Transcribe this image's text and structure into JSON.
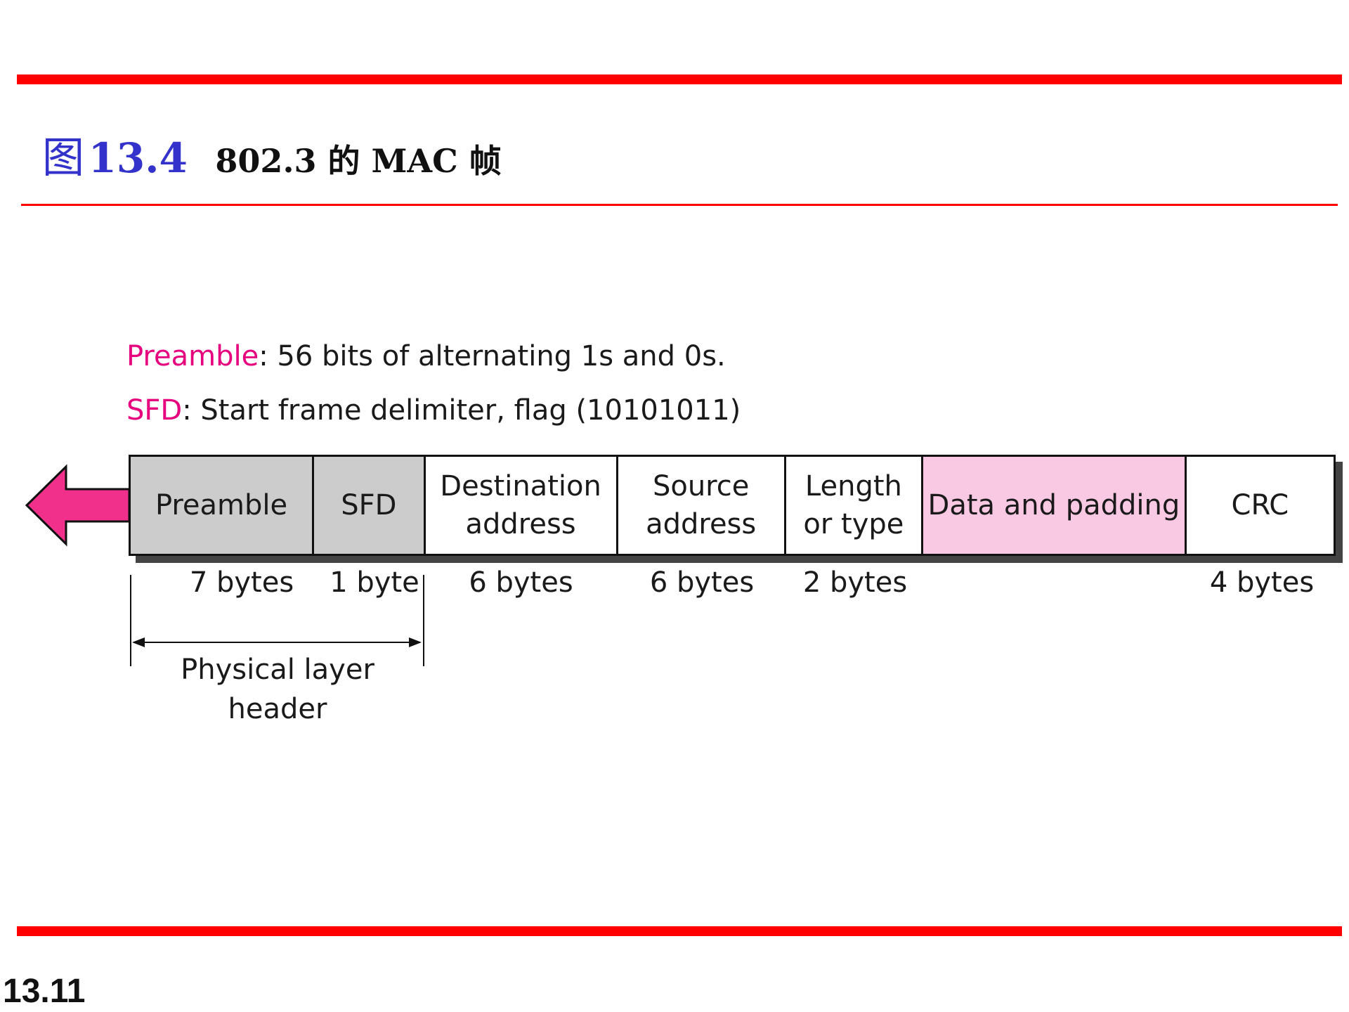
{
  "title": {
    "figure_label": "图",
    "figure_number": "13.4",
    "caption": "802.3 的 MAC 帧"
  },
  "definitions": [
    {
      "term": "Preamble",
      "text": ": 56 bits of alternating 1s and 0s."
    },
    {
      "term": "SFD",
      "text": ": Start frame delimiter, flag (10101011)"
    }
  ],
  "frame": {
    "fields": [
      {
        "label": "Preamble",
        "size": "7 bytes",
        "color": "#cccccc"
      },
      {
        "label": "SFD",
        "size": "1 byte",
        "color": "#cccccc"
      },
      {
        "label": "Destination\naddress",
        "size": "6 bytes",
        "color": "#ffffff"
      },
      {
        "label": "Source\naddress",
        "size": "6 bytes",
        "color": "#ffffff"
      },
      {
        "label": "Length\nor type",
        "size": "2 bytes",
        "color": "#ffffff"
      },
      {
        "label": "Data and padding",
        "size": "",
        "color": "#f9c8e2"
      },
      {
        "label": "CRC",
        "size": "4 bytes",
        "color": "#ffffff"
      }
    ],
    "arrow_color": "#f0308a",
    "physical_header_label": "Physical layer\nheader"
  },
  "slide": {
    "page_number": "13.11",
    "accent_color": "#ff0000"
  }
}
